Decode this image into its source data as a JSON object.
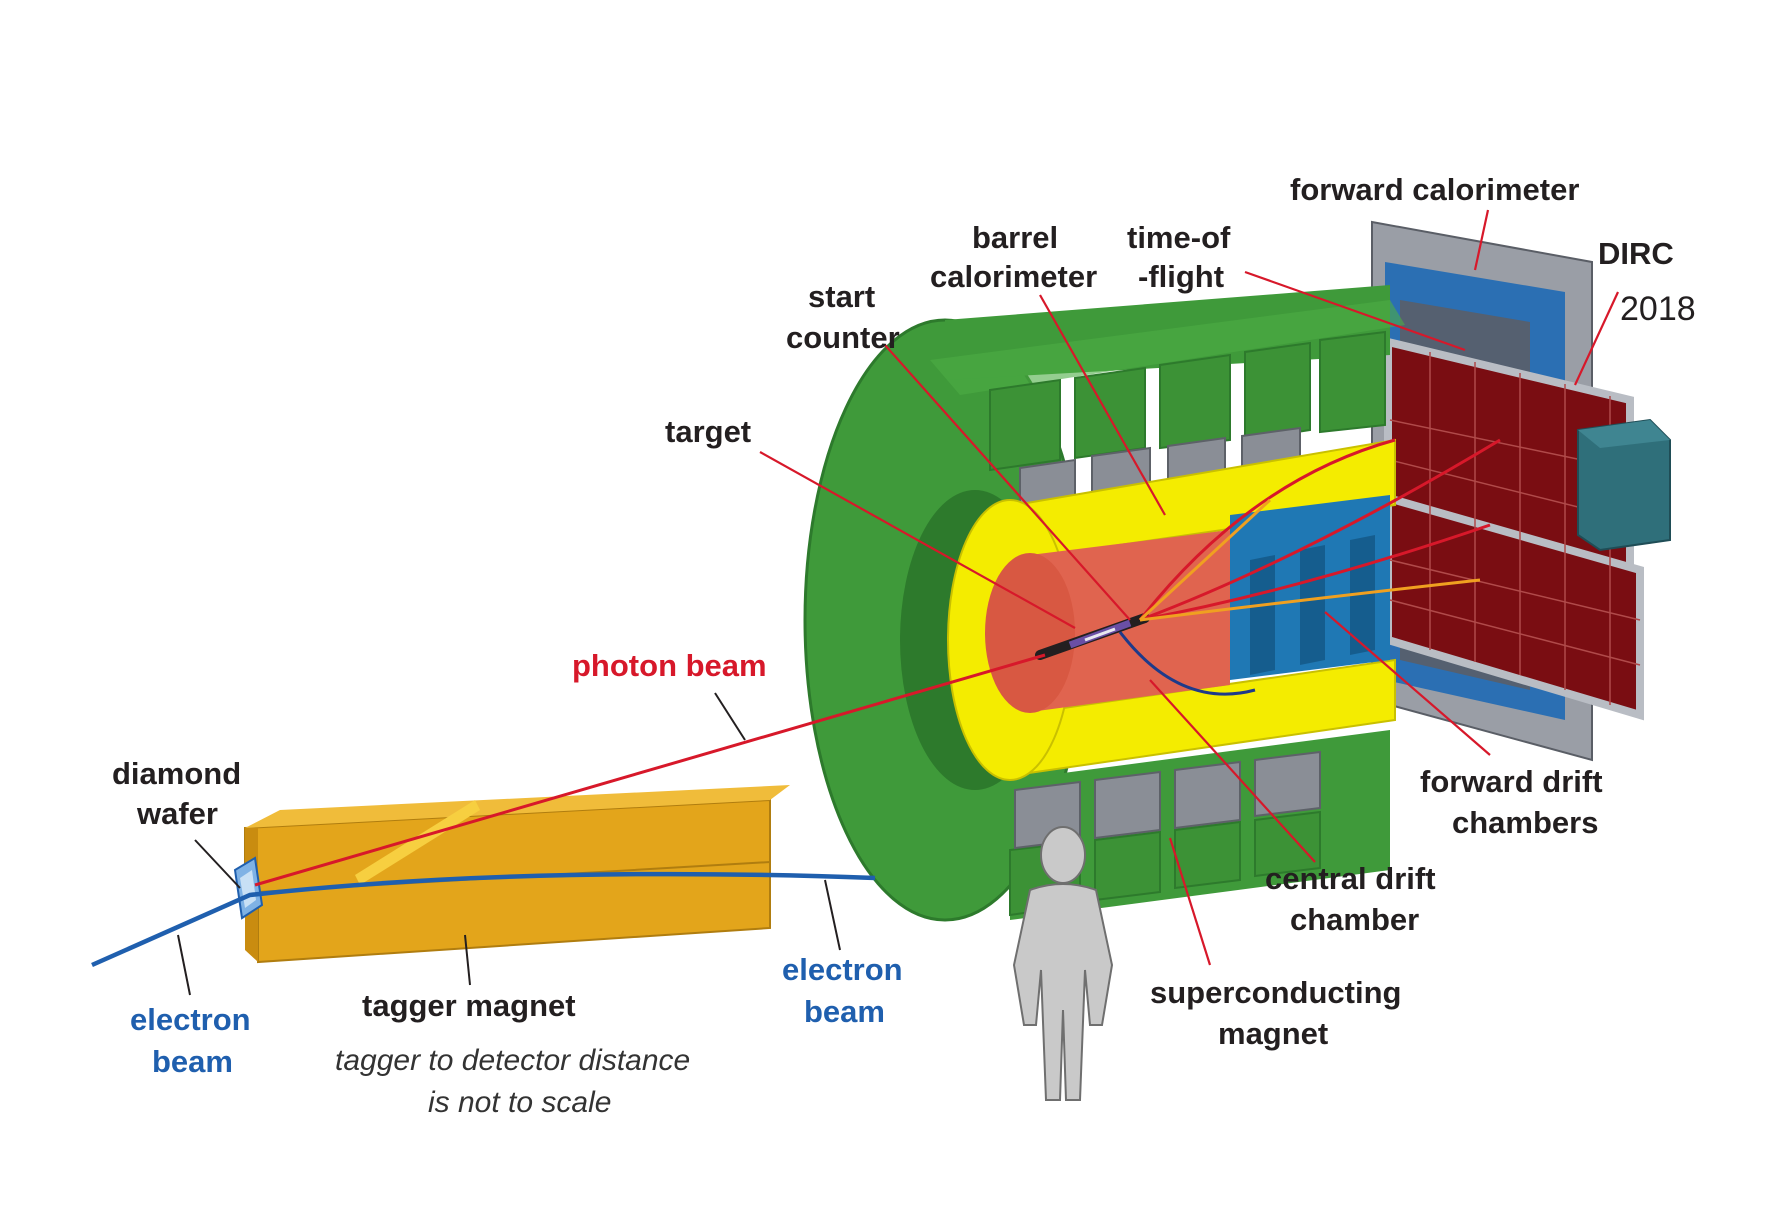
{
  "labels": {
    "forward_calorimeter": "forward calorimeter",
    "dirc": "DIRC",
    "dirc_year": "2018",
    "barrel_calorimeter_1": "barrel",
    "barrel_calorimeter_2": "calorimeter",
    "time_of_flight_1": "time-of",
    "time_of_flight_2": "-flight",
    "start_counter_1": "start",
    "start_counter_2": "counter",
    "target": "target",
    "photon_beam": "photon beam",
    "diamond_wafer_1": "diamond",
    "diamond_wafer_2": "wafer",
    "electron_beam_left_1": "electron",
    "electron_beam_left_2": "beam",
    "tagger_magnet": "tagger magnet",
    "tagger_note_1": "tagger to detector distance",
    "tagger_note_2": "is not to scale",
    "electron_beam_right_1": "electron",
    "electron_beam_right_2": "beam",
    "forward_drift_1": "forward drift",
    "forward_drift_2": "chambers",
    "central_drift_1": "central drift",
    "central_drift_2": "chamber",
    "superconducting_1": "superconducting",
    "superconducting_2": "magnet"
  },
  "colors": {
    "magnet_green": "#3f9a3a",
    "magnet_green_dark": "#2d7a2c",
    "yellow": "#f4ec00",
    "drift_red": "#e0644f",
    "forward_blue": "#1f78b4",
    "fdc_dark_red": "#7a0d12",
    "tagger_gold": "#e3a51b",
    "beam_red": "#d7182a",
    "beam_blue": "#1f5fae",
    "label_dark": "#231f20"
  }
}
